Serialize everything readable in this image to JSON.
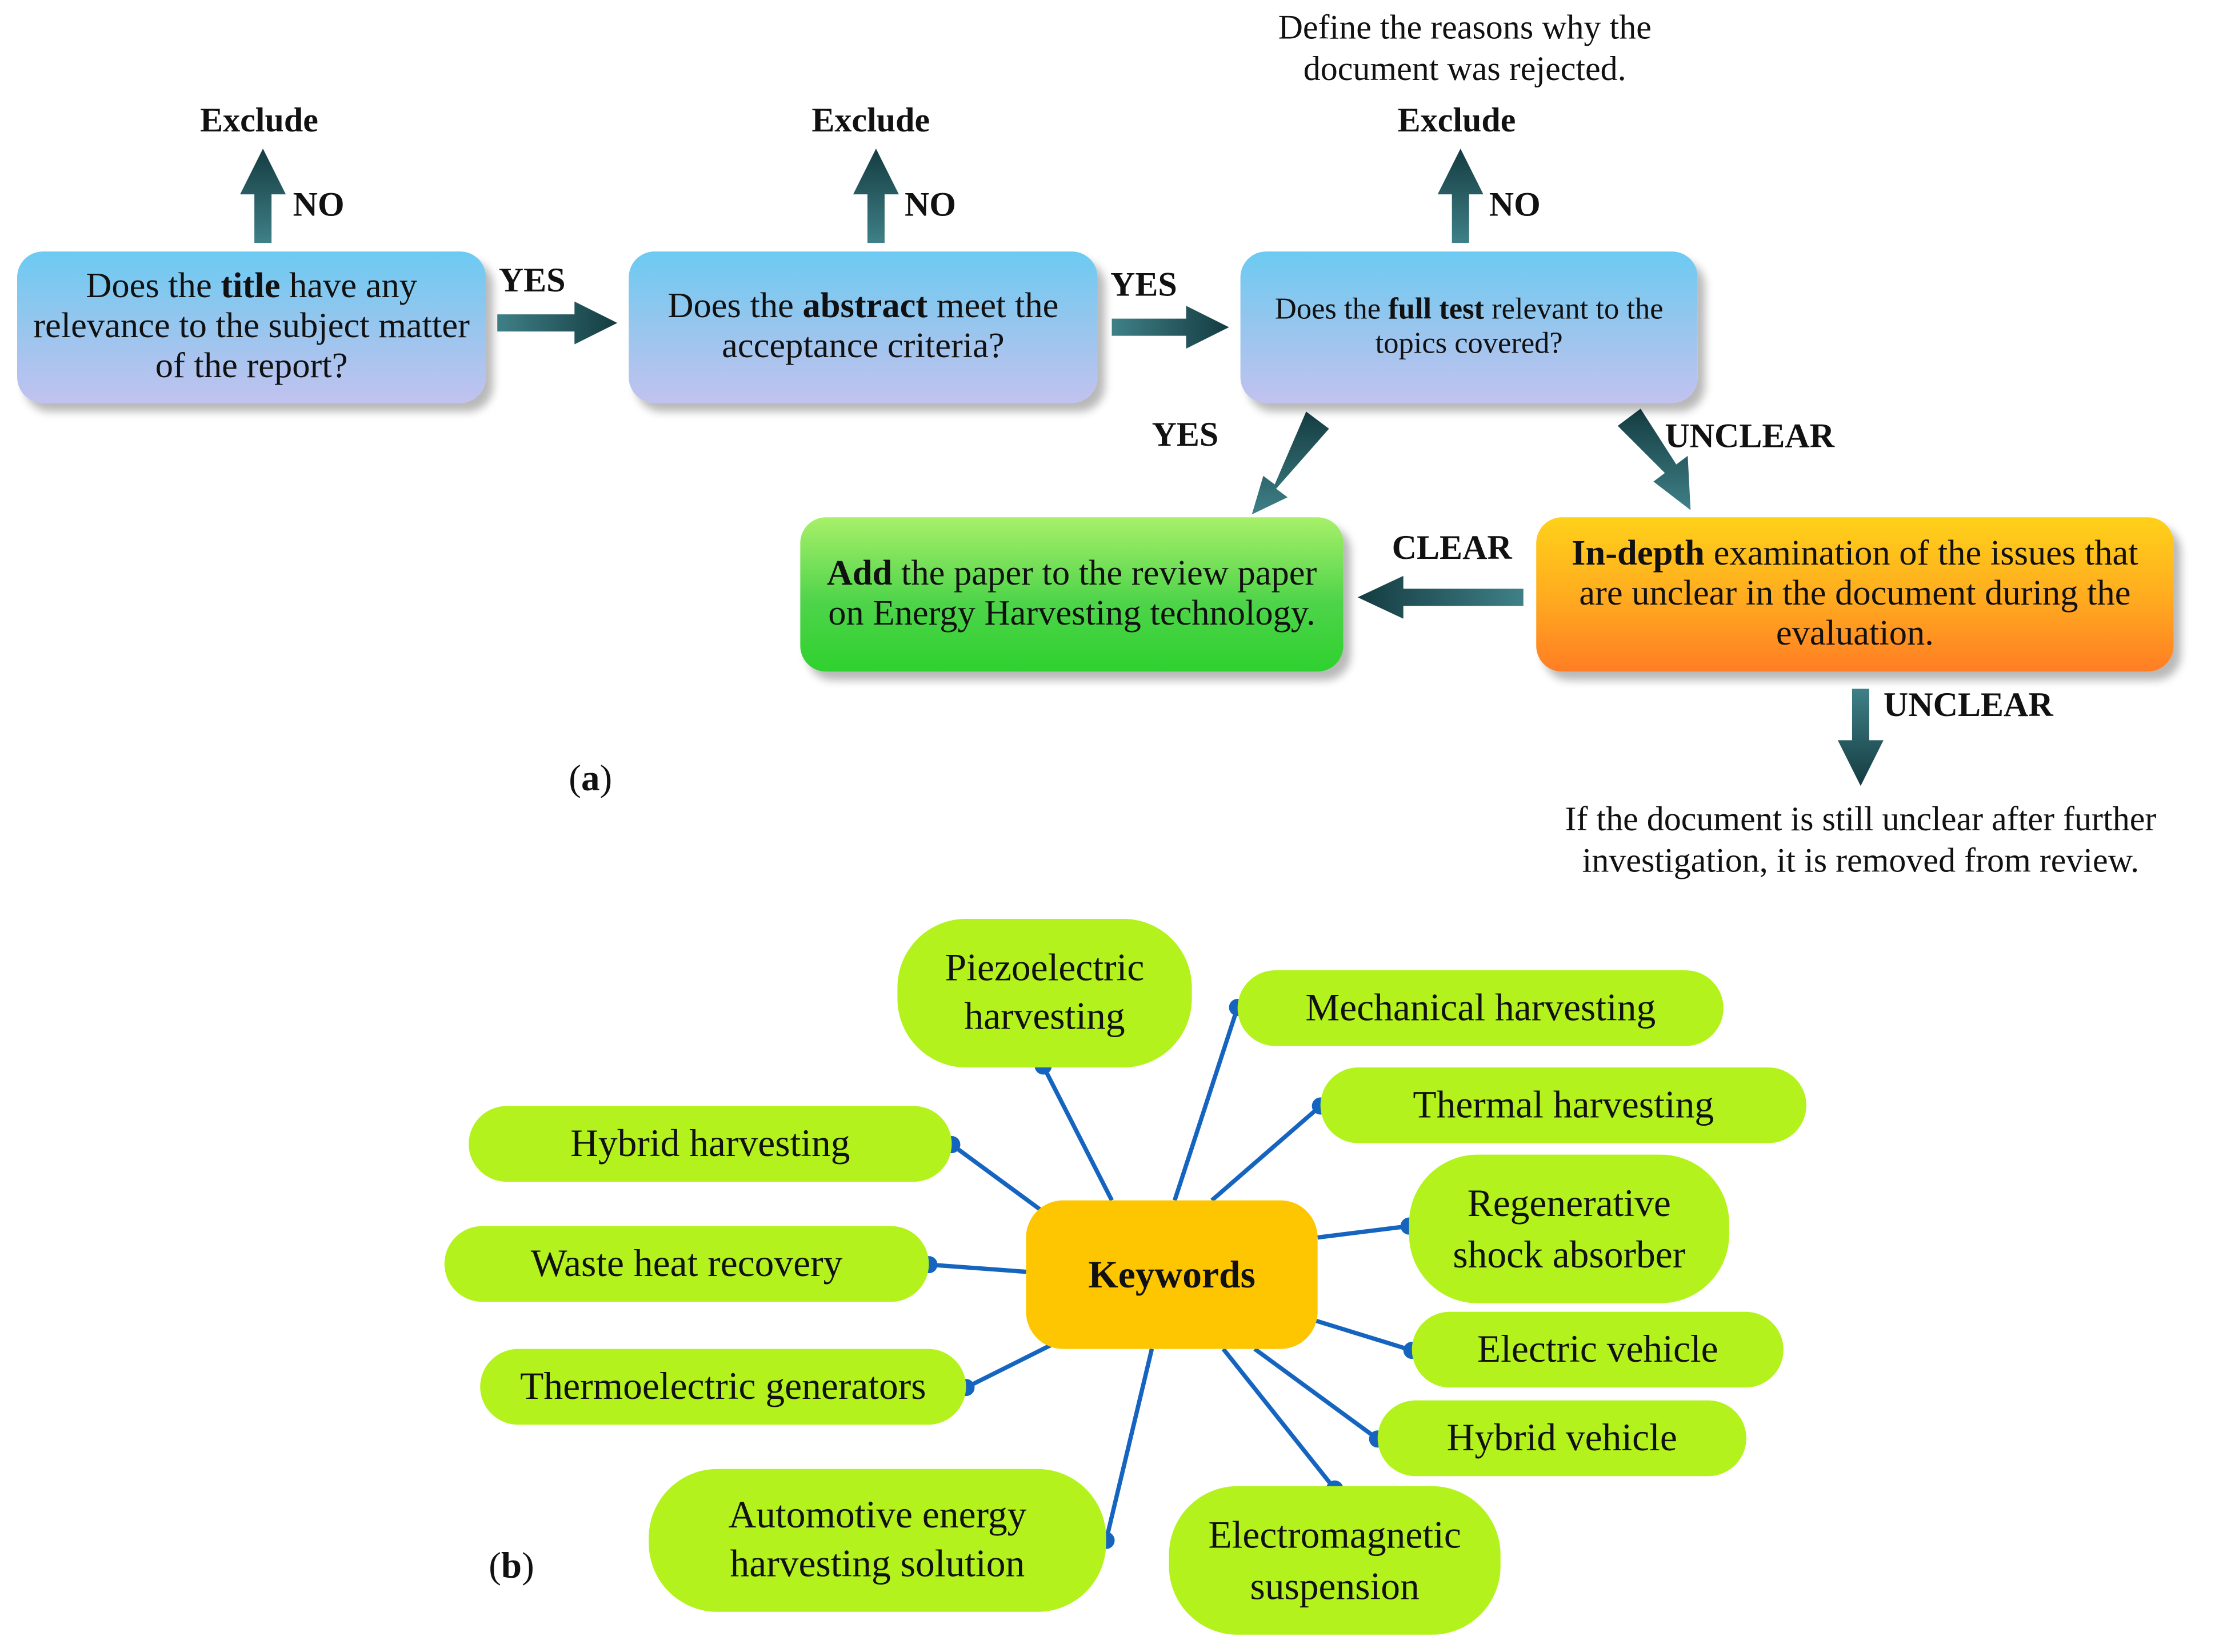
{
  "flowchart": {
    "q_title": {
      "pre": "Does the ",
      "bold": "title",
      "post": " have any relevance to the subject matter of the report?"
    },
    "q_abstract": {
      "pre": "Does the ",
      "bold": "abstract",
      "post": " meet the acceptance criteria?"
    },
    "q_fulltext": {
      "pre": "Does the ",
      "bold": "full test",
      "post": " relevant to the topics covered?"
    },
    "add_box": {
      "bold": "Add",
      "post": " the paper to the review paper on Energy Harvesting technology."
    },
    "indepth_box": {
      "bold": "In-depth",
      "post": " examination of the issues that are unclear in the document during the evaluation."
    },
    "exclude_label": "Exclude",
    "no_label": "NO",
    "yes_label": "YES",
    "unclear_label": "UNCLEAR",
    "clear_label": "CLEAR",
    "reject_note": "Define the reasons why the document was rejected.",
    "removed_note": "If the document is still unclear after further investigation, it is removed from review.",
    "panel_label": "(a)",
    "panel_letter": "a",
    "colors": {
      "arrow": "#1d4a4f",
      "question": "#8ec8ee",
      "add": "#44d33f",
      "indepth": "#ffab1f"
    }
  },
  "mindmap": {
    "center": "Keywords",
    "keywords": [
      "Piezoelectric harvesting",
      "Mechanical harvesting",
      "Thermal harvesting",
      "Regenerative shock absorber",
      "Electric vehicle",
      "Hybrid vehicle",
      "Electromagnetic suspension",
      "Automotive energy harvesting solution",
      "Thermoelectric generators",
      "Waste heat recovery",
      "Hybrid harvesting"
    ],
    "panel_label": "(b)",
    "panel_letter": "b",
    "colors": {
      "pill": "#b3f21c",
      "hub": "#fdc600",
      "connector": "#1565c0"
    }
  }
}
